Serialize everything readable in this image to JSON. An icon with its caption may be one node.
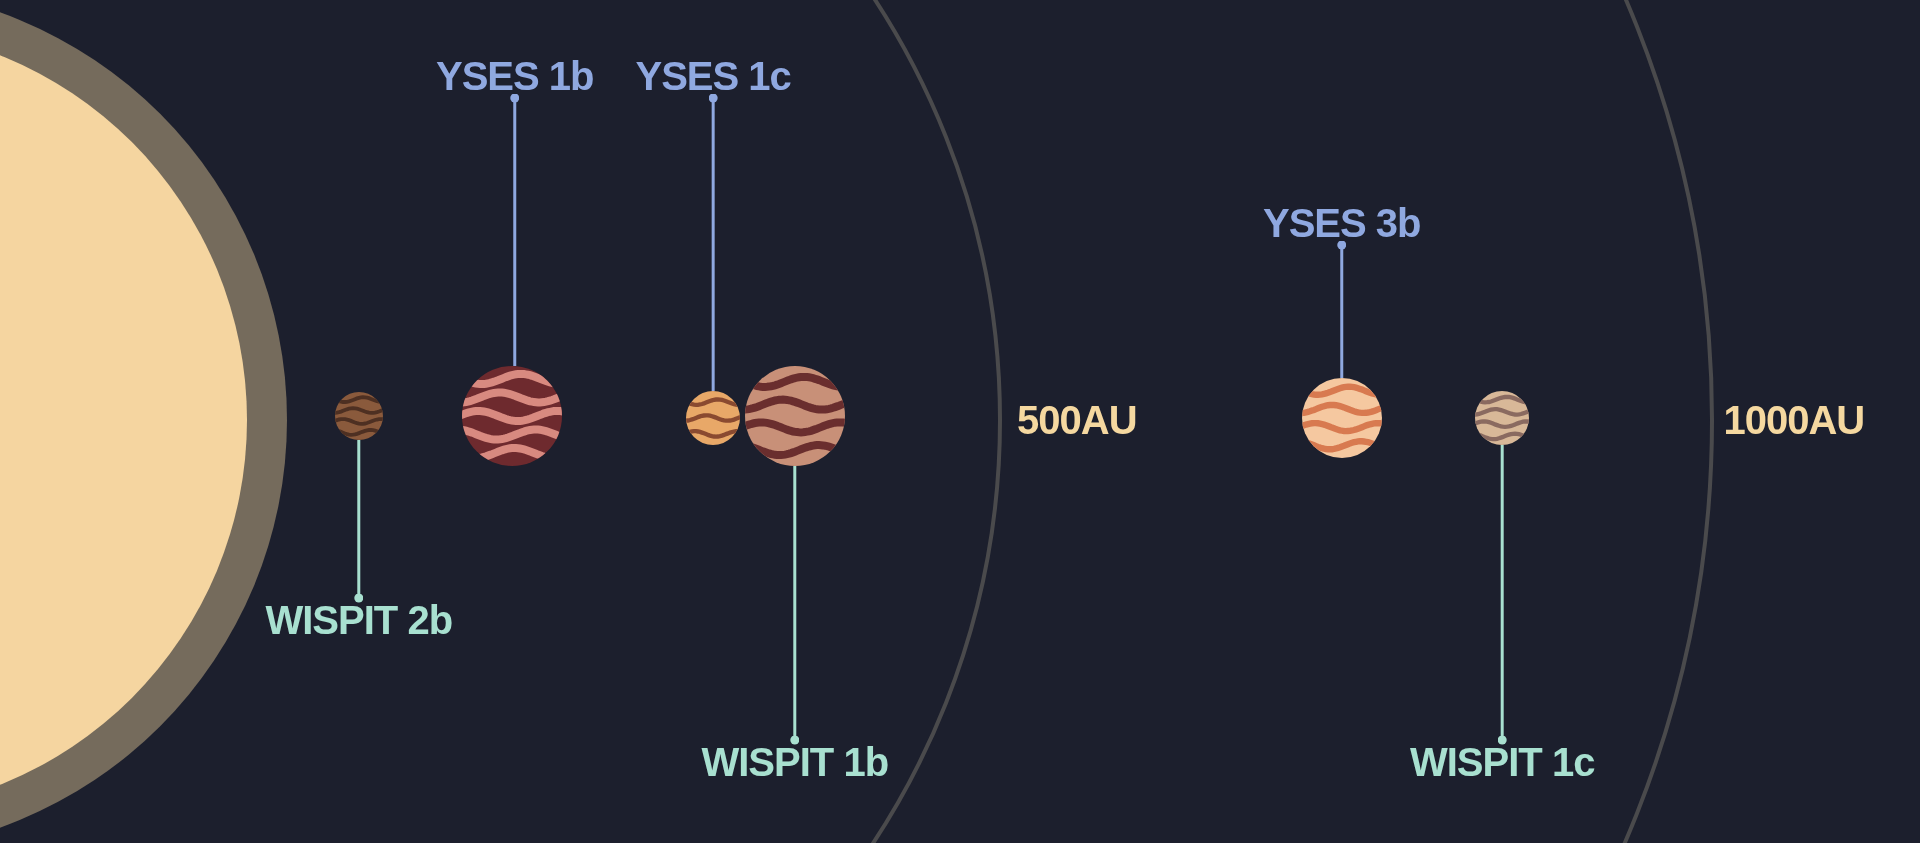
{
  "diagram": {
    "nodes": [
      {
        "text": [
          "YSES 1b"
        ]
      },
      {
        "text": [
          "YSES 1c"
        ]
      },
      {
        "text": [
          "YSES 3b"
        ]
      },
      {
        "text": [],
        "shape": "picture"
      },
      {
        "text": [],
        "shape": "picture"
      },
      {
        "text": [],
        "shape": "picture"
      },
      {
        "text": [],
        "shape": "picture"
      },
      {
        "text": [],
        "shape": "picture"
      },
      {
        "text": [],
        "shape": "picture"
      },
      {
        "text": [
          "WISPIT 2b"
        ]
      },
      {
        "text": [
          "WISPIT 1b"
        ]
      },
      {
        "text": [
          "WISPIT 1c"
        ]
      }
    ],
    "edges": [
      {
        "from": 0,
        "to": 4,
        "arrow": "other",
        "color": "#8fa8e0"
      },
      {
        "from": 1,
        "to": 5,
        "arrow": "other",
        "color": "#8fa8e0"
      },
      {
        "from": 2,
        "to": 7,
        "arrow": "other",
        "color": "#8fa8e0"
      },
      {
        "from": 9,
        "to": 3,
        "arrow": "other",
        "color": "#a8e0d0"
      },
      {
        "from": 10,
        "to": 6,
        "arrow": "other",
        "color": "#a8e0d0"
      },
      {
        "from": 11,
        "to": 8,
        "arrow": "other",
        "color": "#a8e0d0"
      }
    ],
    "labels": [
      "500AU",
      "1000AU"
    ]
  }
}
